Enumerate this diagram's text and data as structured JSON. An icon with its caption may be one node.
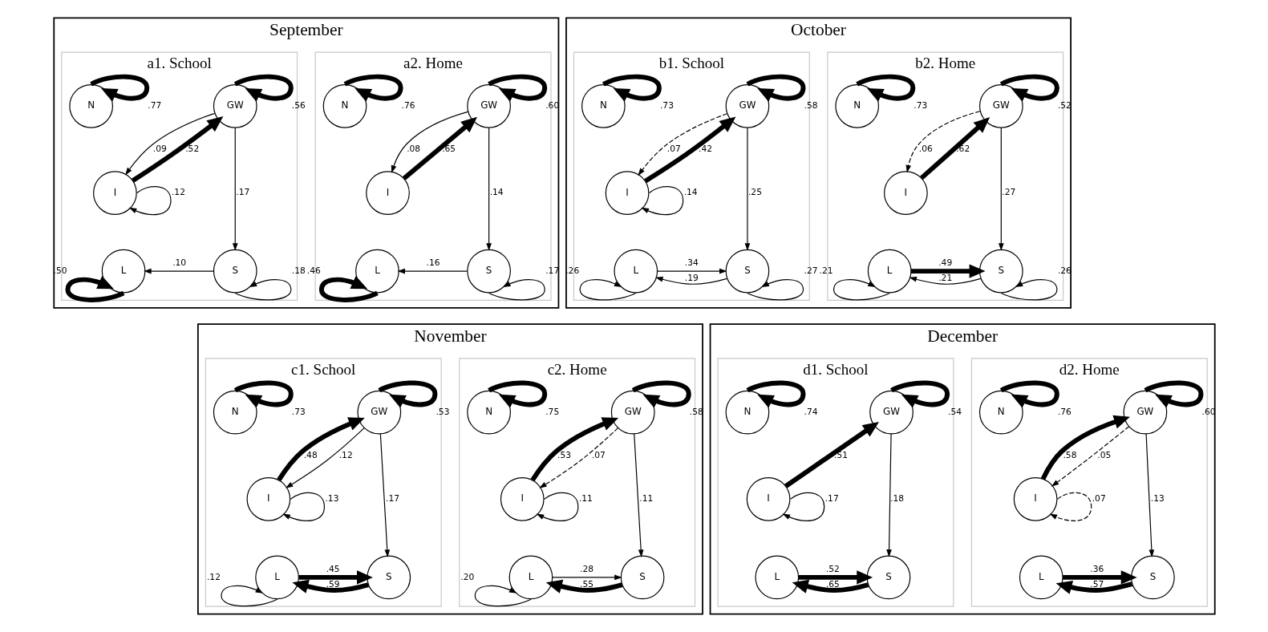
{
  "diagram": {
    "nodes": [
      {
        "text": [
          "September"
        ]
      },
      {
        "text": [
          "a1. School"
        ],
        "in": 0
      },
      {
        "text": [
          "N"
        ],
        "in": 1
      },
      {
        "text": [
          "GW"
        ],
        "in": 1
      },
      {
        "text": [
          "I"
        ],
        "in": 1
      },
      {
        "text": [
          "L"
        ],
        "in": 1
      },
      {
        "text": [
          "S"
        ],
        "in": 1
      },
      {
        "text": [
          "a2. Home"
        ],
        "in": 0
      },
      {
        "text": [
          "N"
        ],
        "in": 7
      },
      {
        "text": [
          "GW"
        ],
        "in": 7
      },
      {
        "text": [
          "I"
        ],
        "in": 7
      },
      {
        "text": [
          "L"
        ],
        "in": 7
      },
      {
        "text": [
          "S"
        ],
        "in": 7
      },
      {
        "text": [
          "October"
        ]
      },
      {
        "text": [
          "b1. School"
        ],
        "in": 13
      },
      {
        "text": [
          "N"
        ],
        "in": 14
      },
      {
        "text": [
          "GW"
        ],
        "in": 14
      },
      {
        "text": [
          "I"
        ],
        "in": 14
      },
      {
        "text": [
          "L"
        ],
        "in": 14
      },
      {
        "text": [
          "S"
        ],
        "in": 14
      },
      {
        "text": [
          "b2. Home"
        ],
        "in": 13
      },
      {
        "text": [
          "N"
        ],
        "in": 20
      },
      {
        "text": [
          "GW"
        ],
        "in": 20
      },
      {
        "text": [
          "I"
        ],
        "in": 20
      },
      {
        "text": [
          "L"
        ],
        "in": 20
      },
      {
        "text": [
          "S"
        ],
        "in": 20
      },
      {
        "text": [
          "November"
        ]
      },
      {
        "text": [
          "c1. School"
        ],
        "in": 26
      },
      {
        "text": [
          "N"
        ],
        "in": 27
      },
      {
        "text": [
          "GW"
        ],
        "in": 27
      },
      {
        "text": [
          "I"
        ],
        "in": 27
      },
      {
        "text": [
          "L"
        ],
        "in": 27
      },
      {
        "text": [
          "S"
        ],
        "in": 27
      },
      {
        "text": [
          "c2. Home"
        ],
        "in": 26
      },
      {
        "text": [
          "N"
        ],
        "in": 33
      },
      {
        "text": [
          "GW"
        ],
        "in": 33
      },
      {
        "text": [
          "I"
        ],
        "in": 33
      },
      {
        "text": [
          "L"
        ],
        "in": 33
      },
      {
        "text": [
          "S"
        ],
        "in": 33
      },
      {
        "text": [
          "December"
        ]
      },
      {
        "text": [
          "d1. School"
        ],
        "in": 39
      },
      {
        "text": [
          "N"
        ],
        "in": 40
      },
      {
        "text": [
          "GW"
        ],
        "in": 40
      },
      {
        "text": [
          "I"
        ],
        "in": 40
      },
      {
        "text": [
          "L"
        ],
        "in": 40
      },
      {
        "text": [
          "S"
        ],
        "in": 40
      },
      {
        "text": [
          "d2. Home"
        ],
        "in": 39
      },
      {
        "text": [
          "N"
        ],
        "in": 46
      },
      {
        "text": [
          "GW"
        ],
        "in": 46
      },
      {
        "text": [
          "I"
        ],
        "in": 46
      },
      {
        "text": [
          "L"
        ],
        "in": 46
      },
      {
        "text": [
          "S"
        ],
        "in": 46
      }
    ],
    "edges": [
      {
        "from": 2,
        "to": 2,
        "arrow": "to",
        "label": ".77",
        "style": "thick"
      },
      {
        "from": 3,
        "to": 3,
        "arrow": "to",
        "label": ".56",
        "style": "thick"
      },
      {
        "from": 3,
        "to": 4,
        "arrow": "to",
        "label": ".09"
      },
      {
        "from": 4,
        "to": 3,
        "arrow": "to",
        "label": ".52",
        "style": "thick"
      },
      {
        "from": 4,
        "to": 4,
        "arrow": "to",
        "label": ".12"
      },
      {
        "from": 3,
        "to": 6,
        "arrow": "to",
        "label": ".17"
      },
      {
        "from": 6,
        "to": 5,
        "arrow": "to",
        "label": ".10"
      },
      {
        "from": 5,
        "to": 5,
        "arrow": "to",
        "label": ".50",
        "style": "thick"
      },
      {
        "from": 6,
        "to": 6,
        "arrow": "to",
        "label": ".18"
      },
      {
        "from": 8,
        "to": 8,
        "arrow": "to",
        "label": ".76",
        "style": "thick"
      },
      {
        "from": 9,
        "to": 9,
        "arrow": "to",
        "label": ".60",
        "style": "thick"
      },
      {
        "from": 9,
        "to": 10,
        "arrow": "to",
        "label": ".08"
      },
      {
        "from": 10,
        "to": 9,
        "arrow": "to",
        "label": ".65",
        "style": "thick"
      },
      {
        "from": 9,
        "to": 12,
        "arrow": "to",
        "label": ".14"
      },
      {
        "from": 12,
        "to": 11,
        "arrow": "to",
        "label": ".16"
      },
      {
        "from": 11,
        "to": 11,
        "arrow": "to",
        "label": ".46",
        "style": "thick"
      },
      {
        "from": 12,
        "to": 12,
        "arrow": "to",
        "label": ".17"
      },
      {
        "from": 15,
        "to": 15,
        "arrow": "to",
        "label": ".73",
        "style": "thick"
      },
      {
        "from": 16,
        "to": 16,
        "arrow": "to",
        "label": ".58",
        "style": "thick"
      },
      {
        "from": 16,
        "to": 17,
        "arrow": "to",
        "label": ".07",
        "style": "dashed"
      },
      {
        "from": 17,
        "to": 16,
        "arrow": "to",
        "label": ".42",
        "style": "thick"
      },
      {
        "from": 17,
        "to": 17,
        "arrow": "to",
        "label": ".14"
      },
      {
        "from": 16,
        "to": 19,
        "arrow": "to",
        "label": ".25"
      },
      {
        "from": 18,
        "to": 19,
        "arrow": "to",
        "label": ".34"
      },
      {
        "from": 19,
        "to": 18,
        "arrow": "to",
        "label": ".19"
      },
      {
        "from": 18,
        "to": 18,
        "arrow": "to",
        "label": ".26"
      },
      {
        "from": 19,
        "to": 19,
        "arrow": "to",
        "label": ".27"
      },
      {
        "from": 21,
        "to": 21,
        "arrow": "to",
        "label": ".73",
        "style": "thick"
      },
      {
        "from": 22,
        "to": 22,
        "arrow": "to",
        "label": ".52",
        "style": "thick"
      },
      {
        "from": 22,
        "to": 23,
        "arrow": "to",
        "label": ".06",
        "style": "dashed"
      },
      {
        "from": 23,
        "to": 22,
        "arrow": "to",
        "label": ".62",
        "style": "thick"
      },
      {
        "from": 22,
        "to": 25,
        "arrow": "to",
        "label": ".27"
      },
      {
        "from": 24,
        "to": 25,
        "arrow": "to",
        "label": ".49",
        "style": "thick"
      },
      {
        "from": 25,
        "to": 24,
        "arrow": "to",
        "label": ".21"
      },
      {
        "from": 24,
        "to": 24,
        "arrow": "to",
        "label": ".21"
      },
      {
        "from": 25,
        "to": 25,
        "arrow": "to",
        "label": ".26"
      },
      {
        "from": 28,
        "to": 28,
        "arrow": "to",
        "label": ".73",
        "style": "thick"
      },
      {
        "from": 29,
        "to": 29,
        "arrow": "to",
        "label": ".53",
        "style": "thick"
      },
      {
        "from": 29,
        "to": 30,
        "arrow": "to",
        "label": ".12"
      },
      {
        "from": 30,
        "to": 29,
        "arrow": "to",
        "label": ".48",
        "style": "thick"
      },
      {
        "from": 30,
        "to": 30,
        "arrow": "to",
        "label": ".13"
      },
      {
        "from": 29,
        "to": 32,
        "arrow": "to",
        "label": ".17"
      },
      {
        "from": 31,
        "to": 32,
        "arrow": "to",
        "label": ".45",
        "style": "thick"
      },
      {
        "from": 32,
        "to": 31,
        "arrow": "to",
        "label": ".59",
        "style": "thick"
      },
      {
        "from": 31,
        "to": 31,
        "arrow": "to",
        "label": ".12"
      },
      {
        "from": 34,
        "to": 34,
        "arrow": "to",
        "label": ".75",
        "style": "thick"
      },
      {
        "from": 35,
        "to": 35,
        "arrow": "to",
        "label": ".58",
        "style": "thick"
      },
      {
        "from": 35,
        "to": 36,
        "arrow": "to",
        "label": ".07",
        "style": "dashed"
      },
      {
        "from": 36,
        "to": 35,
        "arrow": "to",
        "label": ".53",
        "style": "thick"
      },
      {
        "from": 36,
        "to": 36,
        "arrow": "to",
        "label": ".11"
      },
      {
        "from": 35,
        "to": 38,
        "arrow": "to",
        "label": ".11"
      },
      {
        "from": 37,
        "to": 38,
        "arrow": "to",
        "label": ".28"
      },
      {
        "from": 38,
        "to": 37,
        "arrow": "to",
        "label": ".55",
        "style": "thick"
      },
      {
        "from": 37,
        "to": 37,
        "arrow": "to",
        "label": ".20"
      },
      {
        "from": 41,
        "to": 41,
        "arrow": "to",
        "label": ".74",
        "style": "thick"
      },
      {
        "from": 42,
        "to": 42,
        "arrow": "to",
        "label": ".54",
        "style": "thick"
      },
      {
        "from": 43,
        "to": 42,
        "arrow": "to",
        "label": ".51",
        "style": "thick"
      },
      {
        "from": 43,
        "to": 43,
        "arrow": "to",
        "label": ".17"
      },
      {
        "from": 42,
        "to": 45,
        "arrow": "to",
        "label": ".18"
      },
      {
        "from": 44,
        "to": 45,
        "arrow": "to",
        "label": ".52",
        "style": "thick"
      },
      {
        "from": 45,
        "to": 44,
        "arrow": "to",
        "label": ".65",
        "style": "thick"
      },
      {
        "from": 47,
        "to": 47,
        "arrow": "to",
        "label": ".76",
        "style": "thick"
      },
      {
        "from": 48,
        "to": 48,
        "arrow": "to",
        "label": ".60",
        "style": "thick"
      },
      {
        "from": 48,
        "to": 49,
        "arrow": "to",
        "label": ".05",
        "style": "dashed"
      },
      {
        "from": 49,
        "to": 48,
        "arrow": "to",
        "label": ".58",
        "style": "thick"
      },
      {
        "from": 49,
        "to": 49,
        "arrow": "to",
        "label": ".07",
        "style": "dashed"
      },
      {
        "from": 48,
        "to": 51,
        "arrow": "to",
        "label": ".13"
      },
      {
        "from": 50,
        "to": 51,
        "arrow": "to",
        "label": ".36",
        "style": "thick"
      },
      {
        "from": 51,
        "to": 50,
        "arrow": "to",
        "label": ".57",
        "style": "thick"
      }
    ]
  }
}
